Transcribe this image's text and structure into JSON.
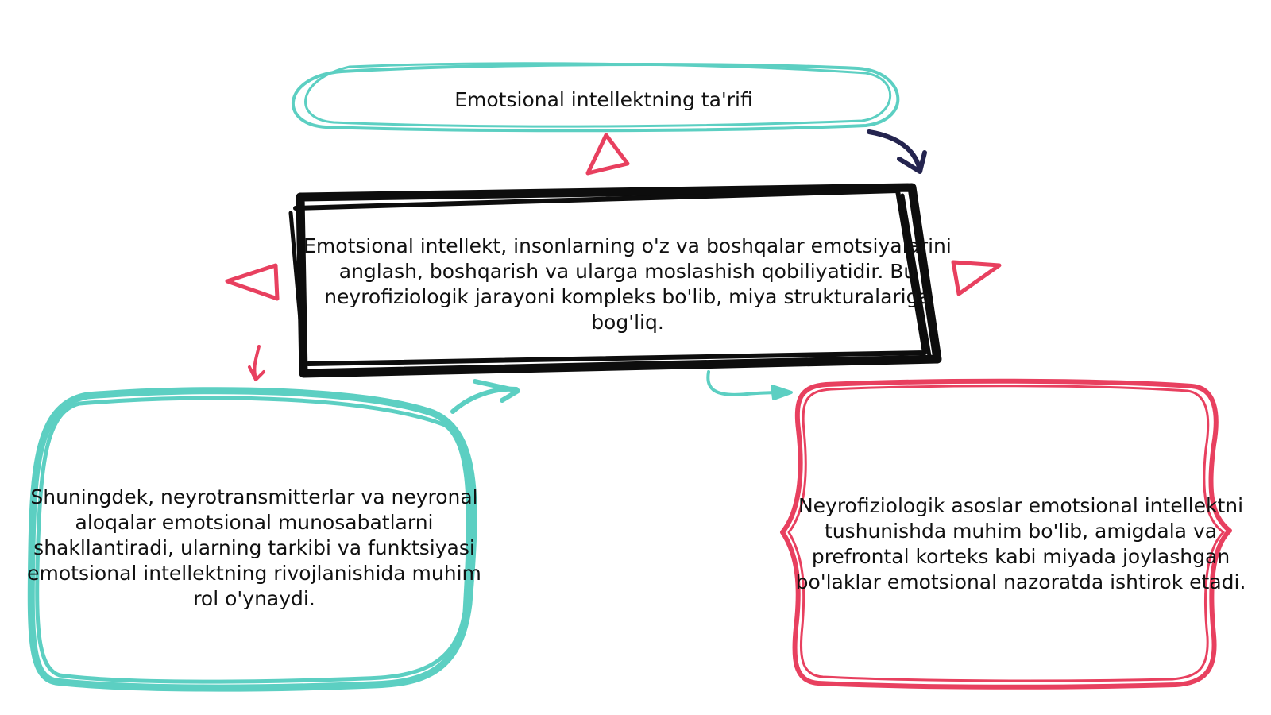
{
  "colors": {
    "teal": "#5ccfc2",
    "black": "#0d0d0d",
    "pink": "#e8405f",
    "navy": "#24244f",
    "text": "#111111"
  },
  "nodes": {
    "title": "Emotsional intellektning ta'rifi",
    "center": "Emotsional intellekt, insonlarning o'z va boshqalar emotsiyalarini anglash, boshqarish va ularga moslashish qobiliyatidir. Bu neyrofiziologik jarayoni kompleks bo'lib, miya strukturalariga bog'liq.",
    "left": "Shuningdek, neyrotransmitterlar va neyronal aloqalar emotsional munosabatlarni shakllantiradi, ularning tarkibi va funktsiyasi emotsional intellektning rivojlanishida muhim rol o'ynaydi.",
    "right": "Neyrofiziologik asoslar emotsional intellektni tushunishda muhim bo'lib, amigdala va prefrontal korteks kabi miyada joylashgan bo'laklar emotsional nazoratda ishtirok etadi."
  },
  "decorations": {
    "triangle_icon": "triangle-outline-icon",
    "arrow_icon": "curved-arrow-icon"
  }
}
